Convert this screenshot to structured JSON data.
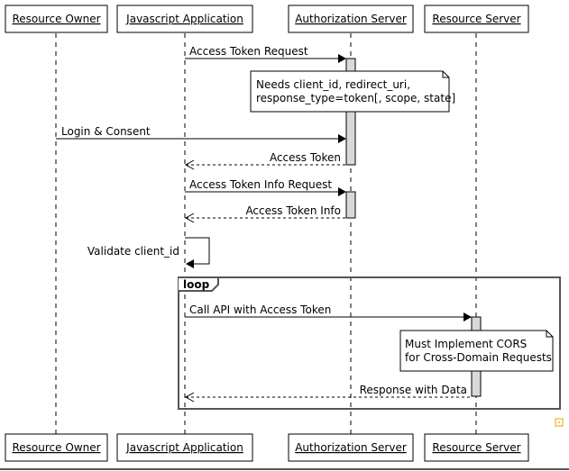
{
  "participants": [
    {
      "id": "owner",
      "label": "Resource Owner"
    },
    {
      "id": "app",
      "label": "Javascript Application"
    },
    {
      "id": "auth",
      "label": "Authorization Server"
    },
    {
      "id": "res",
      "label": "Resource Server"
    }
  ],
  "messages": [
    {
      "label": "Access Token Request"
    },
    {
      "label": "Login & Consent"
    },
    {
      "label": "Access Token"
    },
    {
      "label": "Access Token Info Request"
    },
    {
      "label": "Access Token Info"
    },
    {
      "label": "Validate client_id"
    },
    {
      "label": "Call API with Access Token"
    },
    {
      "label": "Response with Data"
    }
  ],
  "notes": [
    {
      "lines": [
        "Needs client_id, redirect_uri,",
        "response_type=token[, scope, state]"
      ]
    },
    {
      "lines": [
        "Must Implement CORS",
        "for Cross-Domain Requests"
      ]
    }
  ],
  "loop": {
    "label": "loop"
  },
  "colors": {
    "line": "#000000",
    "activation_fill": "#d9d9d9",
    "note_fill": "#ffffff",
    "frame": "#555555",
    "corner_marker": "#f3c34a"
  }
}
